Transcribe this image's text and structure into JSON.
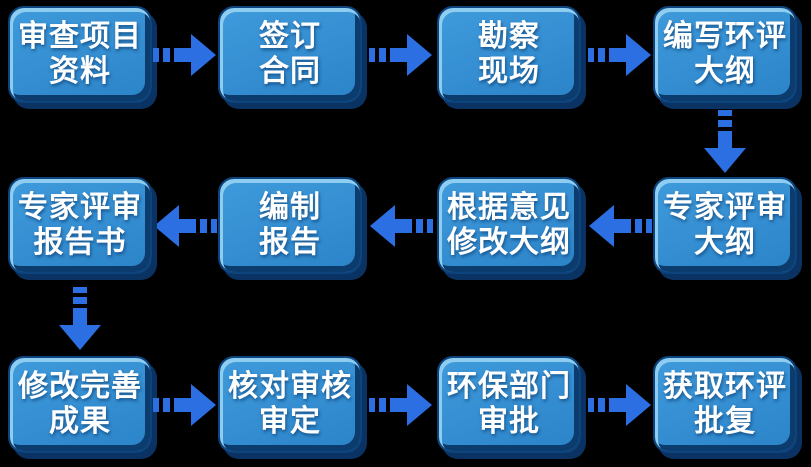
{
  "background": "#000000",
  "colors": {
    "box_fill_top": "#3f9bdc",
    "box_fill_bottom": "#2b83c8",
    "box_border": "#0d447e",
    "box_highlight": "#8ecdf0",
    "box_inner_shadow": "#0c3c6e",
    "box_drop_shadow": "#0a3363",
    "arrow": "#2c6fe2",
    "text": "#ffffff"
  },
  "diagram": {
    "type": "flowchart",
    "nodes": [
      {
        "label": "审查项目\n资料"
      },
      {
        "label": "签订\n合同"
      },
      {
        "label": "勘察\n现场"
      },
      {
        "label": "编写环评\n大纲"
      },
      {
        "label": "专家评审\n报告书"
      },
      {
        "label": "编制\n报告"
      },
      {
        "label": "根据意见\n修改大纲"
      },
      {
        "label": "专家评审\n大纲"
      },
      {
        "label": "修改完善\n成果"
      },
      {
        "label": "核对审核\n审定"
      },
      {
        "label": "环保部门\n审批"
      },
      {
        "label": "获取环评\n批复"
      }
    ],
    "arrows": [
      {
        "from": "审查项目资料",
        "to": "签订合同",
        "direction": "right"
      },
      {
        "from": "签订合同",
        "to": "勘察现场",
        "direction": "right"
      },
      {
        "from": "勘察现场",
        "to": "编写环评大纲",
        "direction": "right"
      },
      {
        "from": "编写环评大纲",
        "to": "专家评审大纲",
        "direction": "down"
      },
      {
        "from": "专家评审大纲",
        "to": "根据意见修改大纲",
        "direction": "left"
      },
      {
        "from": "根据意见修改大纲",
        "to": "编制报告",
        "direction": "left"
      },
      {
        "from": "编制报告",
        "to": "专家评审报告书",
        "direction": "left"
      },
      {
        "from": "专家评审报告书",
        "to": "修改完善成果",
        "direction": "down"
      },
      {
        "from": "修改完善成果",
        "to": "核对审核审定",
        "direction": "right"
      },
      {
        "from": "核对审核审定",
        "to": "环保部门审批",
        "direction": "right"
      },
      {
        "from": "环保部门审批",
        "to": "获取环评批复",
        "direction": "right"
      }
    ]
  }
}
